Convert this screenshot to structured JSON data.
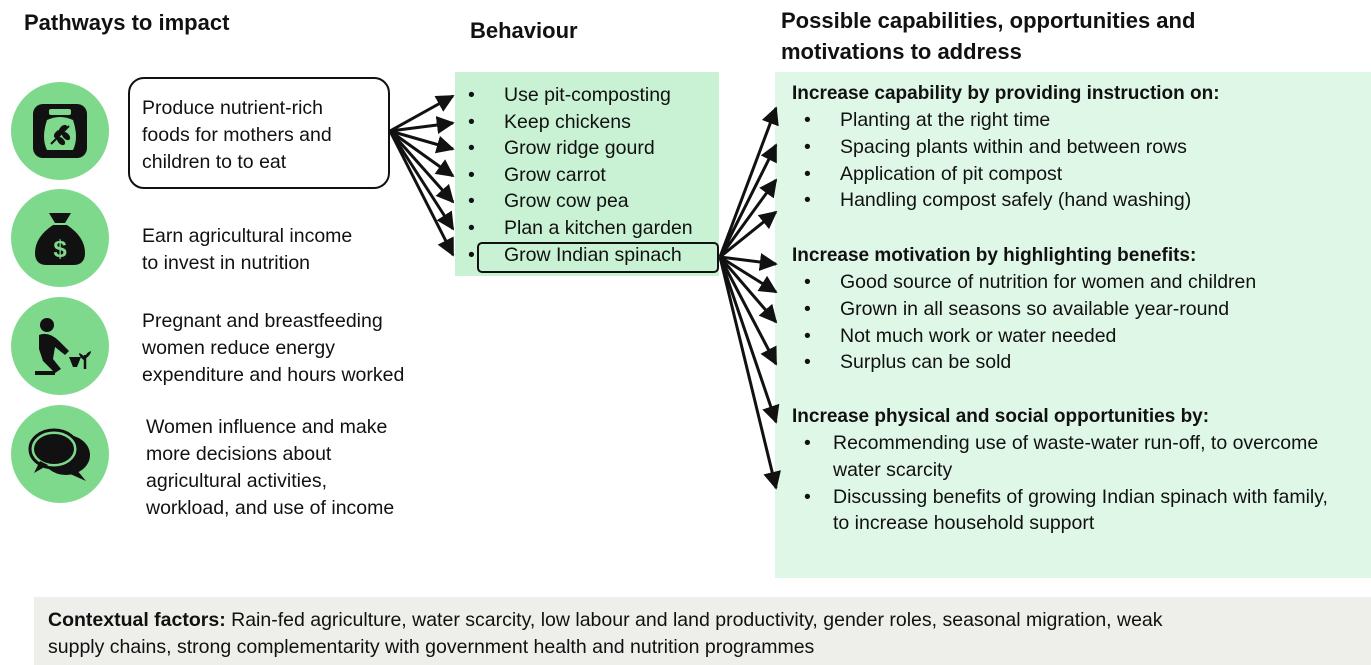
{
  "headings": {
    "pathways": "Pathways to impact",
    "behaviour": "Behaviour",
    "capabilities_line1": "Possible capabilities, opportunities and",
    "capabilities_line2": "motivations to address"
  },
  "pathways": [
    {
      "icon": "grain-sack-icon",
      "lines": [
        "Produce nutrient-rich",
        "foods for mothers and",
        "children to to eat"
      ]
    },
    {
      "icon": "money-bag-icon",
      "lines": [
        "Earn agricultural income",
        "to invest in nutrition"
      ]
    },
    {
      "icon": "person-planting-icon",
      "lines": [
        "Pregnant and breastfeeding",
        "women reduce energy",
        "expenditure and hours worked"
      ]
    },
    {
      "icon": "chat-bubbles-icon",
      "lines": [
        "Women influence and make",
        "more decisions about",
        "agricultural activities,",
        "workload, and use of income"
      ]
    }
  ],
  "behaviours": [
    "Use pit-composting",
    "Keep chickens",
    "Grow ridge gourd",
    "Grow carrot",
    "Grow cow pea",
    "Plan a kitchen garden",
    "Grow Indian spinach"
  ],
  "sections": [
    {
      "title": "Increase capability by providing instruction on:",
      "items": [
        "Planting at the right time",
        "Spacing plants within and between rows",
        "Application of pit compost",
        "Handling compost safely (hand washing)"
      ]
    },
    {
      "title": "Increase motivation by highlighting benefits:",
      "items": [
        "Good source of nutrition for women and children",
        "Grown in all seasons so available year-round",
        "Not much work or water needed",
        "Surplus can be sold"
      ]
    },
    {
      "title": "Increase physical and social opportunities by:",
      "items": [
        {
          "line1": "Recommending use of waste-water run-off, to overcome",
          "line2": "water scarcity"
        },
        {
          "line1": "Discussing benefits of growing Indian spinach with family,",
          "line2": "to increase household support"
        }
      ]
    }
  ],
  "context": {
    "label": "Contextual factors:",
    "text": " Rain-fed agriculture, water scarcity, low labour and land productivity, gender roles, seasonal migration, weak",
    "text2": "supply chains, strong complementarity with government health and nutrition programmes"
  },
  "colors": {
    "icon_circle": "#7fd98c",
    "behaviour_panel": "#c9f2d4",
    "options_panel": "#dff7e7",
    "context_panel": "#eeeeea"
  }
}
